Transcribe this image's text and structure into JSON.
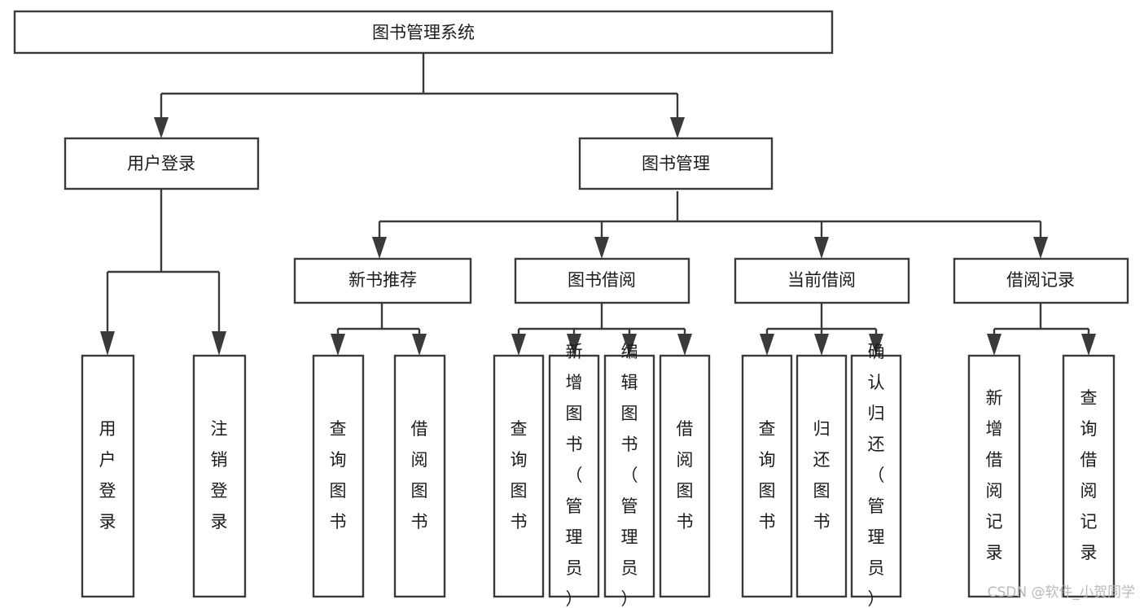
{
  "diagram": {
    "type": "tree-hierarchy",
    "title_node": {
      "id": "root",
      "label": "图书管理系统"
    },
    "level2": [
      {
        "id": "login",
        "label": "用户登录"
      },
      {
        "id": "bookmgmt",
        "label": "图书管理"
      }
    ],
    "level3": [
      {
        "id": "newbook",
        "label": "新书推荐",
        "parent": "bookmgmt"
      },
      {
        "id": "borrow",
        "label": "图书借阅",
        "parent": "bookmgmt"
      },
      {
        "id": "current",
        "label": "当前借阅",
        "parent": "bookmgmt"
      },
      {
        "id": "record",
        "label": "借阅记录",
        "parent": "bookmgmt"
      }
    ],
    "leaves": [
      {
        "id": "leaf-1",
        "label": "用户登录",
        "parent": "login"
      },
      {
        "id": "leaf-2",
        "label": "注销登录",
        "parent": "login"
      },
      {
        "id": "leaf-3",
        "label": "查询图书",
        "parent": "newbook"
      },
      {
        "id": "leaf-4",
        "label": "借阅图书",
        "parent": "newbook"
      },
      {
        "id": "leaf-5",
        "label": "查询图书",
        "parent": "borrow"
      },
      {
        "id": "leaf-6",
        "label": "新增图书（管理员）",
        "parent": "borrow"
      },
      {
        "id": "leaf-7",
        "label": "编辑图书（管理员）",
        "parent": "borrow"
      },
      {
        "id": "leaf-8",
        "label": "借阅图书",
        "parent": "borrow"
      },
      {
        "id": "leaf-9",
        "label": "查询图书",
        "parent": "current"
      },
      {
        "id": "leaf-10",
        "label": "归还图书",
        "parent": "current"
      },
      {
        "id": "leaf-11",
        "label": "确认归还（管理员）",
        "parent": "current"
      },
      {
        "id": "leaf-12",
        "label": "新增借阅记录",
        "parent": "record"
      },
      {
        "id": "leaf-13",
        "label": "查询借阅记录",
        "parent": "record"
      }
    ],
    "colors": {
      "stroke": "#3a3a3a",
      "box_fill": "#ffffff",
      "text": "#1b1b1b",
      "background": "#ffffff",
      "watermark": "#b9b9b9"
    }
  },
  "watermark": {
    "label": "CSDN @软件_小贺同学"
  }
}
